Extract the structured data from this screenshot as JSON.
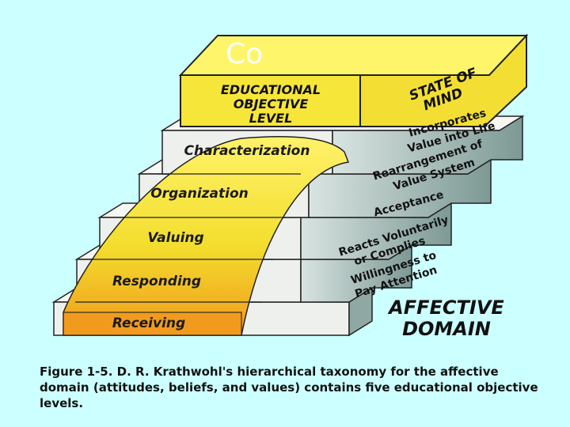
{
  "overlay_title": "Co",
  "header": {
    "objective_line1": "EDUCATIONAL",
    "objective_line2": "OBJECTIVE",
    "objective_line3": "LEVEL",
    "state_line1": "STATE OF",
    "state_line2": "MIND"
  },
  "levels": [
    {
      "name": "Characterization",
      "state_line1": "Incorporates",
      "state_line2": "Value into Life"
    },
    {
      "name": "Organization",
      "state_line1": "Rearrangement of",
      "state_line2": "Value System"
    },
    {
      "name": "Valuing",
      "state_line1": "Acceptance",
      "state_line2": ""
    },
    {
      "name": "Responding",
      "state_line1": "Reacts Voluntarily",
      "state_line2": "or Complies"
    },
    {
      "name": "Receiving",
      "state_line1": "Willingness to",
      "state_line2": "Pay Attention"
    }
  ],
  "domain_line1": "AFFECTIVE",
  "domain_line2": "DOMAIN",
  "caption": "Figure 1-5. D. R. Krathwohl's hierarchical taxonomy for the affective domain (attitudes, beliefs, and values) contains five educational objective levels.",
  "colors": {
    "background": "#ccffff",
    "step_yellow": "#f5e23a",
    "step_orange": "#f0a020",
    "step_front": "#e8ecec",
    "step_side": "#c9d8d8",
    "step_top": "#f4f4f0",
    "side_shadow": "#6b8a84"
  }
}
